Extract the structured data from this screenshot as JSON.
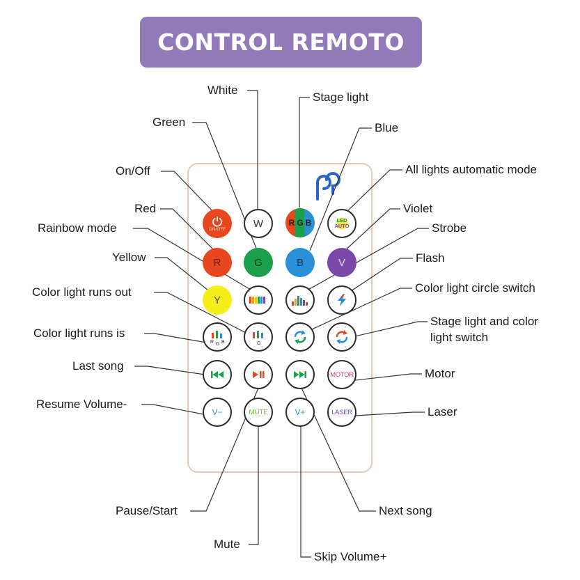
{
  "banner": {
    "title": "CONTROL REMOTO"
  },
  "labels": {
    "white": "White",
    "stage_light": "Stage light",
    "green": "Green",
    "blue": "Blue",
    "on_off": "On/Off",
    "all_lights_auto": "All lights automatic mode",
    "red": "Red",
    "violet": "Violet",
    "rainbow_mode": "Rainbow mode",
    "strobe": "Strobe",
    "yellow": "Yellow",
    "flash": "Flash",
    "color_runs_out": "Color light runs out",
    "color_circle_switch": "Color light circle switch",
    "color_runs_is": "Color light runs is",
    "stage_color_switch_1": "Stage light and color",
    "stage_color_switch_2": "light switch",
    "last_song": "Last song",
    "motor": "Motor",
    "resume_volume": "Resume Volume-",
    "laser": "Laser",
    "pause_start": "Pause/Start",
    "next_song": "Next song",
    "mute": "Mute",
    "skip_volume": "Skip Volume+"
  },
  "buttons": {
    "power_caption": "ON/OFF",
    "w": "W",
    "rgb_r": "R",
    "rgb_g": "G",
    "rgb_b": "B",
    "led_1": "LED",
    "led_2": "AUTO",
    "r": "R",
    "g": "G",
    "b": "B",
    "v": "V",
    "y": "Y",
    "runs_is_r": "R",
    "runs_is_g": "G",
    "runs_is_b": "B",
    "runs_out_g": "G",
    "motor": "MOTOR",
    "mute": "MUTE",
    "v_minus": "V−",
    "v_plus": "V+",
    "laser": "LASER"
  },
  "colors": {
    "banner": "#9279b8",
    "red": "#e8461e",
    "green": "#1a9f4a",
    "blue": "#2a8fd6",
    "violet": "#7a48a8",
    "yellow": "#f5ee1a",
    "remote_border": "#e7c8b4",
    "logo": "#2b64c8"
  },
  "icons": [
    "power-icon",
    "rainbow-bars-icon",
    "equalizer-icon",
    "lightning-icon",
    "circle-arrows-icon",
    "switch-arrows-icon",
    "prev-track-icon",
    "play-pause-icon",
    "next-track-icon",
    "brand-logo-icon"
  ]
}
